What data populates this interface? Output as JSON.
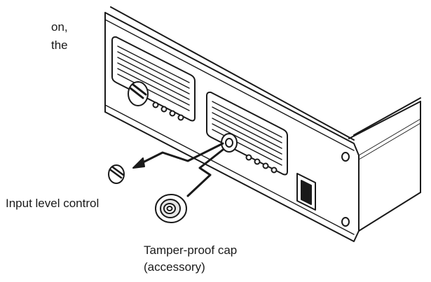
{
  "text_fragments": {
    "line_a": "on,",
    "line_b": "the"
  },
  "labels": {
    "input_level_control": "Input level control",
    "tamper_cap_line1": "Tamper-proof cap",
    "tamper_cap_line2": "(accessory)"
  },
  "colors": {
    "line": "#1a1a1a",
    "fill": "#ffffff",
    "shade": "#e6e6e6"
  }
}
